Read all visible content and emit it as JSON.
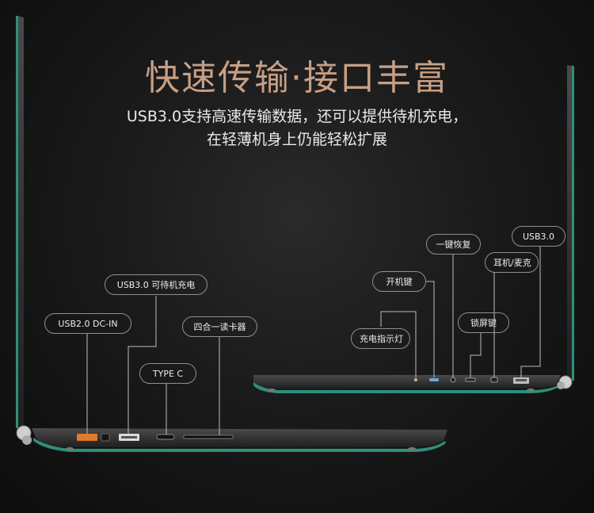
{
  "title": "快速传输·接口丰富",
  "subtitle_line1": "USB3.0支持高速传输数据，还可以提供待机充电，",
  "subtitle_line2": "在轻薄机身上仍能轻松扩展",
  "left_side_labels": {
    "usb2_dcin": "USB2.0  DC-IN",
    "usb3_charge": "USB3.0 可待机充电",
    "type_c": "TYPE C",
    "card_reader": "四合一读卡器"
  },
  "right_side_labels": {
    "charge_indicator": "充电指示灯",
    "power_key": "开机键",
    "one_key_recovery": "一键恢复",
    "lock_screen_key": "锁屏键",
    "headset": "耳机/麦克",
    "usb3": "USB3.0"
  },
  "colors": {
    "title": "#c79f83",
    "body_green": "#2f8f79",
    "usb_orange": "#e07a2c",
    "background": "#141415"
  }
}
